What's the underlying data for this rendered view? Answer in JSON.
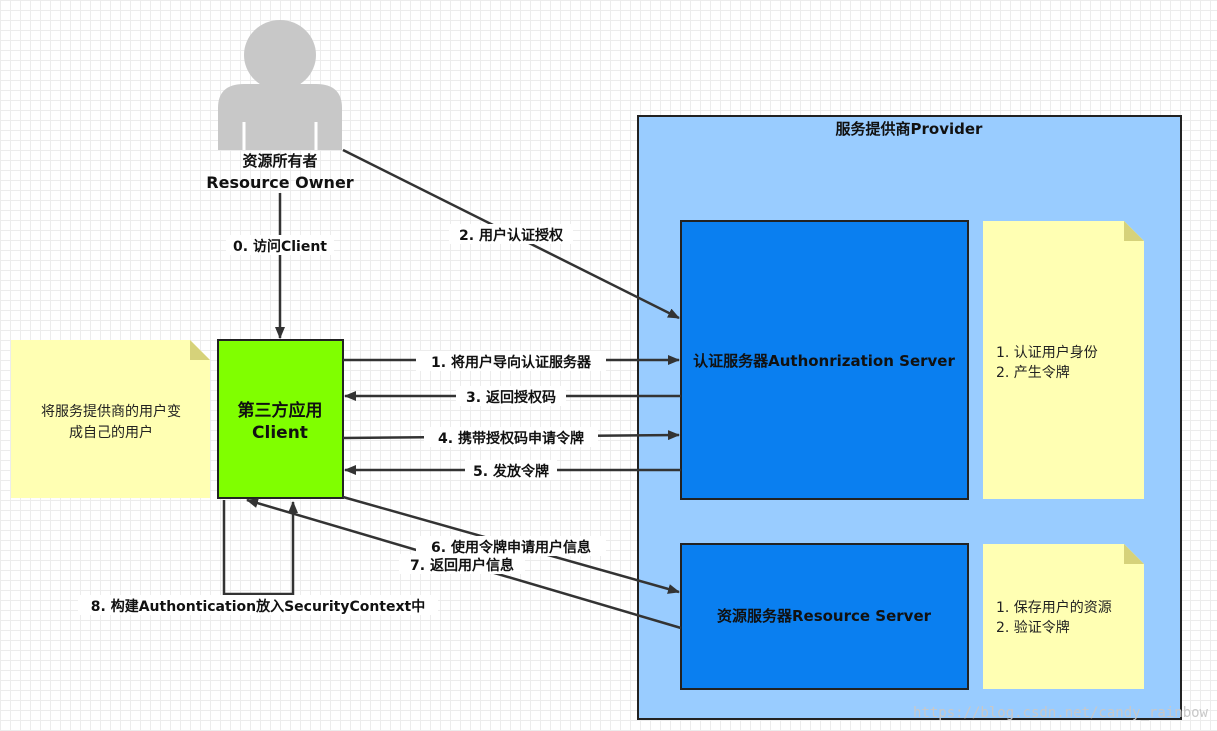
{
  "diagram": {
    "provider_title": "服务提供商Provider",
    "resource_owner": {
      "line1": "资源所有者",
      "line2": "Resource Owner"
    },
    "client": {
      "line1": "第三方应用",
      "line2": "Client"
    },
    "auth_server": "认证服务器Authonrization Server",
    "resource_server": "资源服务器Resource Server",
    "note_client": {
      "line1": "将服务提供商的用户变",
      "line2": "成自己的用户"
    },
    "note_auth": {
      "line1": "1. 认证用户身份",
      "line2": "2. 产生令牌"
    },
    "note_resource": {
      "line1": "1. 保存用户的资源",
      "line2": "2. 验证令牌"
    },
    "steps": {
      "s0": "0. 访问Client",
      "s1": "1. 将用户导向认证服务器",
      "s2": "2. 用户认证授权",
      "s3": "3. 返回授权码",
      "s4": "4. 携带授权码申请令牌",
      "s5": "5. 发放令牌",
      "s6": "6. 使用令牌申请用户信息",
      "s7": "7. 返回用户信息",
      "s8": "8. 构建Authontication放入SecurityContext中"
    },
    "watermark": "https://blog.csdn.net/candy_rainbow",
    "colors": {
      "provider_bg": "#99ccff",
      "server_bg": "#0a7ff0",
      "client_bg": "#80ff00",
      "note_bg": "#ffffb3",
      "person": "#c8c8c8",
      "arrow": "#333333"
    }
  }
}
